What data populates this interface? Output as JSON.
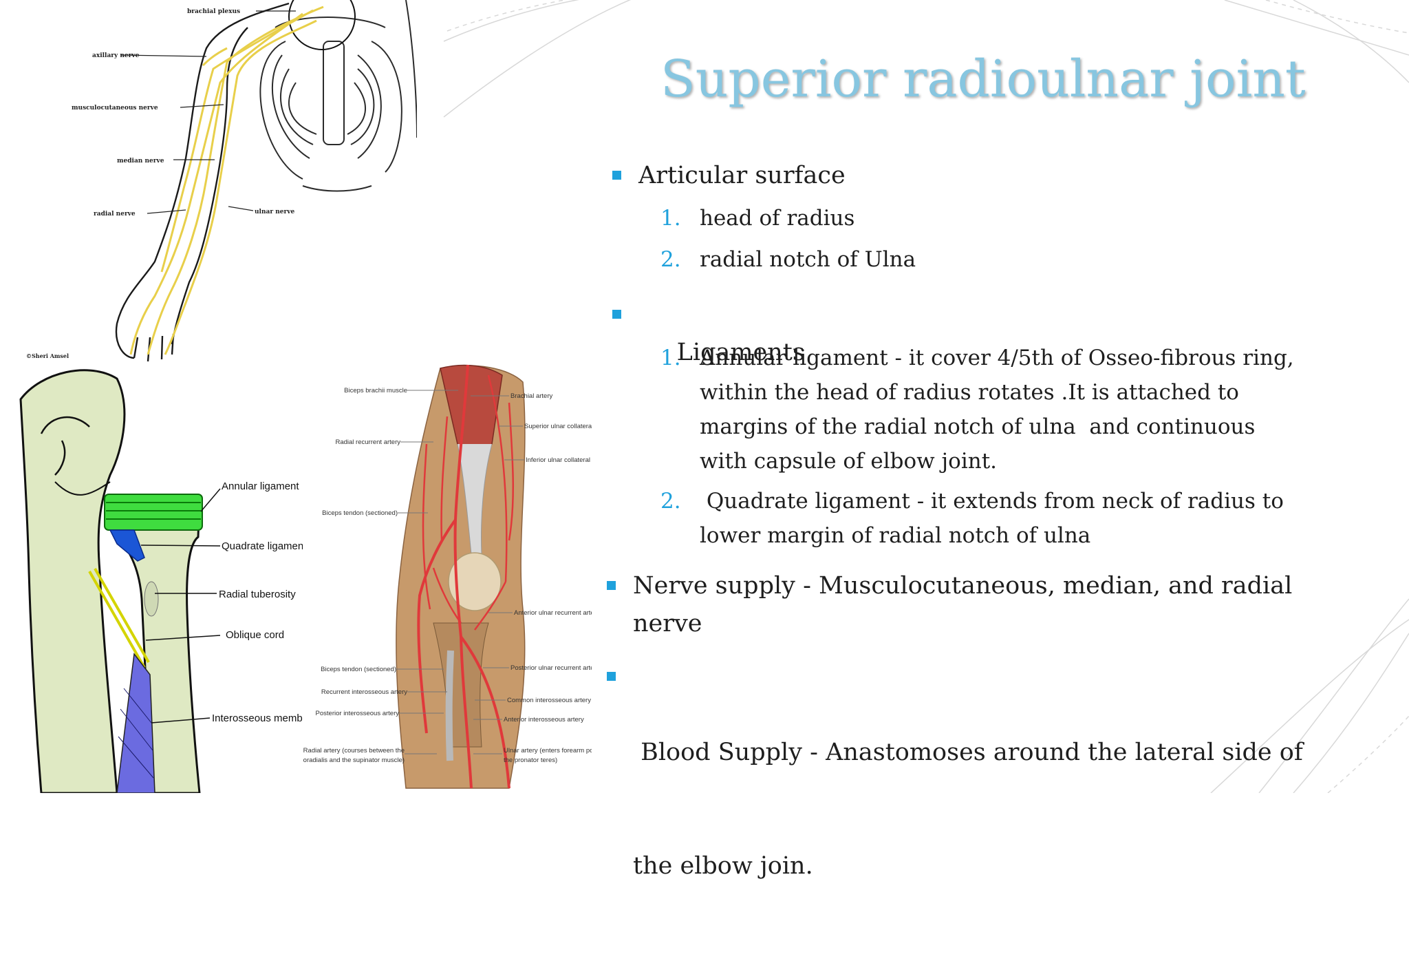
{
  "slide": {
    "title": "Superior radioulnar joint",
    "accent_color": "#1fa1dc",
    "title_color": "#87c6e0",
    "bullets": [
      {
        "text": "Articular surface",
        "items": [
          {
            "num": "1.",
            "text": "head of radius"
          },
          {
            "num": "2.",
            "text": "radial notch of Ulna"
          }
        ]
      },
      {
        "text": " Ligaments",
        "items": [
          {
            "num": "1.",
            "lines": [
              "Annular ligament - it cover 4/5th of Osseo-fibrous ring,",
              "within the head of radius rotates .It is attached to",
              "margins of the radial notch of ulna  and continuous",
              "with capsule of elbow joint."
            ]
          },
          {
            "num": "2.",
            "lines": [
              " Quadrate ligament - it extends from neck of radius to",
              "lower margin of radial notch of ulna"
            ]
          }
        ]
      },
      {
        "lines": [
          "Nerve supply - Musculocutaneous, median, and radial",
          "nerve"
        ]
      },
      {
        "lines": [
          " Blood Supply - Anastomoses around the lateral side of",
          "the elbow join."
        ]
      }
    ]
  },
  "figure_nerves": {
    "labels": {
      "brachial_plexus": "brachial plexus",
      "axillary": "axillary nerve",
      "musculocutaneous": "musculocutaneous nerve",
      "median": "median nerve",
      "radial": "radial nerve",
      "ulnar": "ulnar nerve"
    },
    "credit": "©Sheri Amsel"
  },
  "figure_ligaments": {
    "labels": {
      "annular": "Annular ligament",
      "quadrate": "Quadrate  ligament",
      "tuberosity": "Radial tuberosity",
      "oblique": "Oblique cord",
      "interosseous": "Interosseous membra"
    }
  },
  "figure_arteries": {
    "labels": {
      "biceps_muscle": "Biceps brachii muscle",
      "radial_recurrent": "Radial recurrent artery",
      "biceps_tendon": "Biceps tendon (sectioned)",
      "biceps_tendon_2": "Biceps tendon (sectioned)",
      "recurrent_interosseous": "Recurrent interosseous artery",
      "posterior_interosseous": "Posterior interosseous artery",
      "radial_artery_1": "Radial artery (courses between the",
      "radial_artery_2": "brachioradialis and the supinator muscle)",
      "brachial": "Brachial artery",
      "superior_ulnar": "Superior ulnar collateral artery",
      "inferior_ulnar": "Inferior ulnar collateral artery",
      "anterior_ulnar_recurrent": "Anterior ulnar recurrent artery",
      "posterior_ulnar_recurrent": "Posterior ulnar recurrent artery",
      "common_interosseous": "Common interosseous artery",
      "anterior_interosseous": "Anterior interosseous artery",
      "ulnar_artery_1": "Ulnar artery (enters forearm posterior to",
      "ulnar_artery_2": "the pronator teres)"
    }
  }
}
